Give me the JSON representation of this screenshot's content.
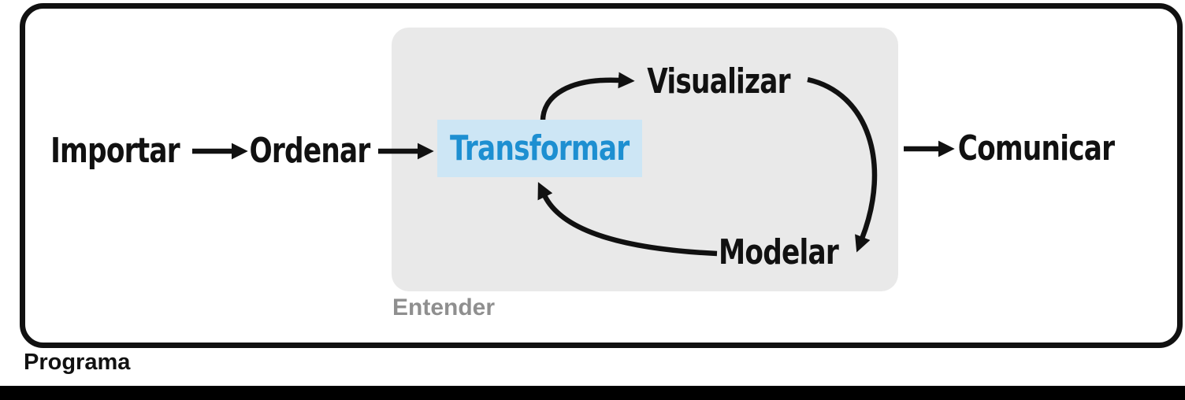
{
  "diagram": {
    "nodes": {
      "importar": "Importar",
      "ordenar": "Ordenar",
      "transformar": "Transformar",
      "visualizar": "Visualizar",
      "modelar": "Modelar",
      "comunicar": "Comunicar"
    },
    "captions": {
      "entender": "Entender",
      "programa": "Programa"
    },
    "edges": [
      "Importar -> Ordenar",
      "Ordenar -> Transformar",
      "Transformar -> Visualizar",
      "Visualizar -> Modelar",
      "Modelar -> Transformar",
      "Entender -> Comunicar"
    ],
    "colors": {
      "highlight_bg": "#cde6f5",
      "highlight_text": "#1d8fd1",
      "panel_bg": "#e9e9e9",
      "entender_text": "#8f8f8f",
      "arrow": "#111111",
      "border": "#111111",
      "bottom_bar": "#000000"
    }
  }
}
